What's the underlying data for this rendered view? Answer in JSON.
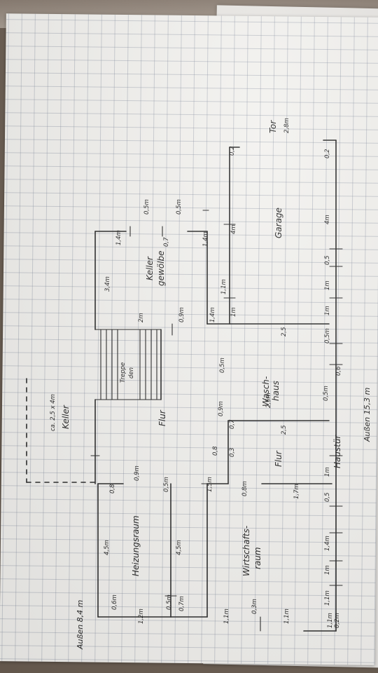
{
  "annotations": {
    "top_right": "Außen 8,4 m",
    "bottom": "Außen 15,3 m",
    "keller": "Keller",
    "keller_size": "ca. 2,5 x 4m",
    "tor": "Tor",
    "tor_width": "2,8m"
  },
  "rooms": {
    "heizungsraum": "Heizungsraum",
    "wirtschaftsraum_1": "Wirtschafts-",
    "wirtschaftsraum_2": "raum",
    "flur_upper": "Flur",
    "flur_lower": "Flur",
    "treppe_1": "Treppe",
    "treppe_2": "den",
    "kellergewoelbe_1": "Keller",
    "kellergewoelbe_2": "gewölbe",
    "waschhaus_1": "Wasch-",
    "waschhaus_2": "haus",
    "garage": "Garage",
    "haustuer": "Haustür"
  },
  "dims": {
    "d_0_6m": "0,6m",
    "d_4_5m_top": "4,5m",
    "d_0_8_top": "0,8",
    "d_4_5m_mid": "4,5m",
    "d_0_5m_left": "0,5m",
    "d_0_5m_mid": "0,5m",
    "d_0_7m": "0,7m",
    "d_1_5m": "1,5m",
    "d_1_2m": "1,2m",
    "d_1_1m_mid": "1,1m",
    "d_1_1m_bot": "1,1m",
    "d_0_9m_top": "0,9m",
    "d_0_3m_left": "0,3m",
    "d_0_8m_flur": "0,8m",
    "d_0_8_flur": "0,8",
    "d_0_3": "0,3",
    "d_0_7_flur": "0,7",
    "d_0_9m_mid": "0,9m",
    "d_0_5m_flur": "0,5m",
    "d_2_5m": "2,5m",
    "d_2_5_left": "2,5",
    "d_2_5_mid": "2,5",
    "d_1_7m": "1,7m",
    "d_1_1m_b1": "1,1m",
    "d_0_2m": "0,2m",
    "d_1_1m_b2": "1,1m",
    "d_1m_b1": "1m",
    "d_1_4m_b": "1,4m",
    "d_0_5_b": "0,5",
    "d_1m_b2": "1m",
    "d_0_5m_b": "0,5m",
    "d_0_6": "0,6",
    "d_0_5m_b2": "0,5m",
    "d_1m_b3": "1m",
    "d_1m_b4": "1m",
    "d_0_5_b2": "0,5",
    "d_4m_b": "4m",
    "d_0_2_b": "0,2",
    "d_3_4m": "3,4m",
    "d_1_4m_top": "1,4m",
    "d_2m": "2m",
    "d_0_9m_right": "0,9m",
    "d_0_5m_r1": "0,5m",
    "d_0_5m_r2": "0,5m",
    "d_0_7_r": "0,7",
    "d_1_4m_m": "1,4m",
    "d_1_1m_m": "1,1m",
    "d_1m_m": "1m",
    "d_1_4m_g": "1,4m",
    "d_4m_g": "4m",
    "d_0_2_g": "0,2"
  }
}
